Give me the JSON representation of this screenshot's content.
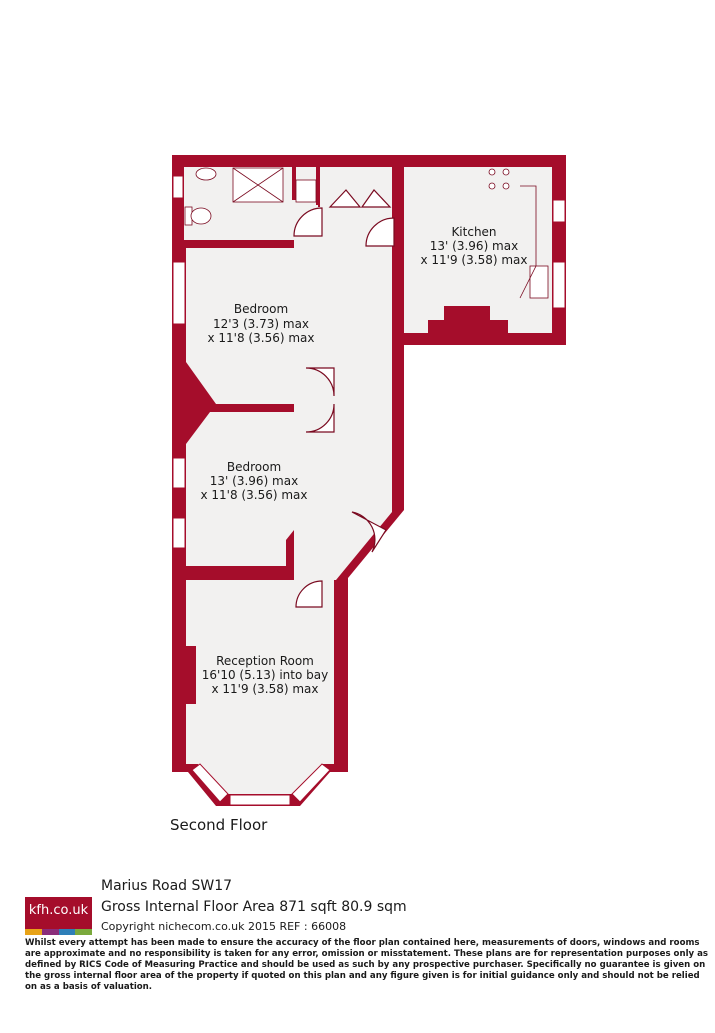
{
  "floor_name": "Second Floor",
  "rooms": [
    {
      "id": "kitchen",
      "name": "Kitchen",
      "dim1": "13' (3.96) max",
      "dim2": "x 11'9 (3.58) max"
    },
    {
      "id": "bedroom1",
      "name": "Bedroom",
      "dim1": "12'3 (3.73) max",
      "dim2": "x 11'8 (3.56) max"
    },
    {
      "id": "bedroom2",
      "name": "Bedroom",
      "dim1": "13' (3.96) max",
      "dim2": "x 11'8 (3.56) max"
    },
    {
      "id": "reception",
      "name": "Reception Room",
      "dim1": "16'10 (5.13) into bay",
      "dim2": "x 11'9 (3.58) max"
    }
  ],
  "property": {
    "address": "Marius Road  SW17",
    "gross_area": "Gross Internal Floor Area 871 sqft 80.9 sqm",
    "copyright": "Copyright nichecom.co.uk 2015 REF : 66008"
  },
  "logo": {
    "text": "kfh.co.uk",
    "stripe_colors": [
      "#e8a317",
      "#8a2d7a",
      "#2e7fb8",
      "#7aa93c"
    ]
  },
  "disclaimer": "Whilst every attempt has been made to ensure the accuracy of the floor plan contained here, measurements of doors, windows and rooms are approximate and no responsibility is taken for any error, omission or misstatement.  These plans are for representation purposes only as defined by RICS Code of Measuring Practice and should be used as such by any prospective purchaser.  Specifically no guarantee is given on the gross internal floor area of the property if quoted on this plan and any figure given is for initial guidance only and should not be relied on as a basis of valuation.",
  "colors": {
    "wall": "#a50d2b",
    "floor": "#f2f1f0",
    "text": "#1a1a1a"
  }
}
